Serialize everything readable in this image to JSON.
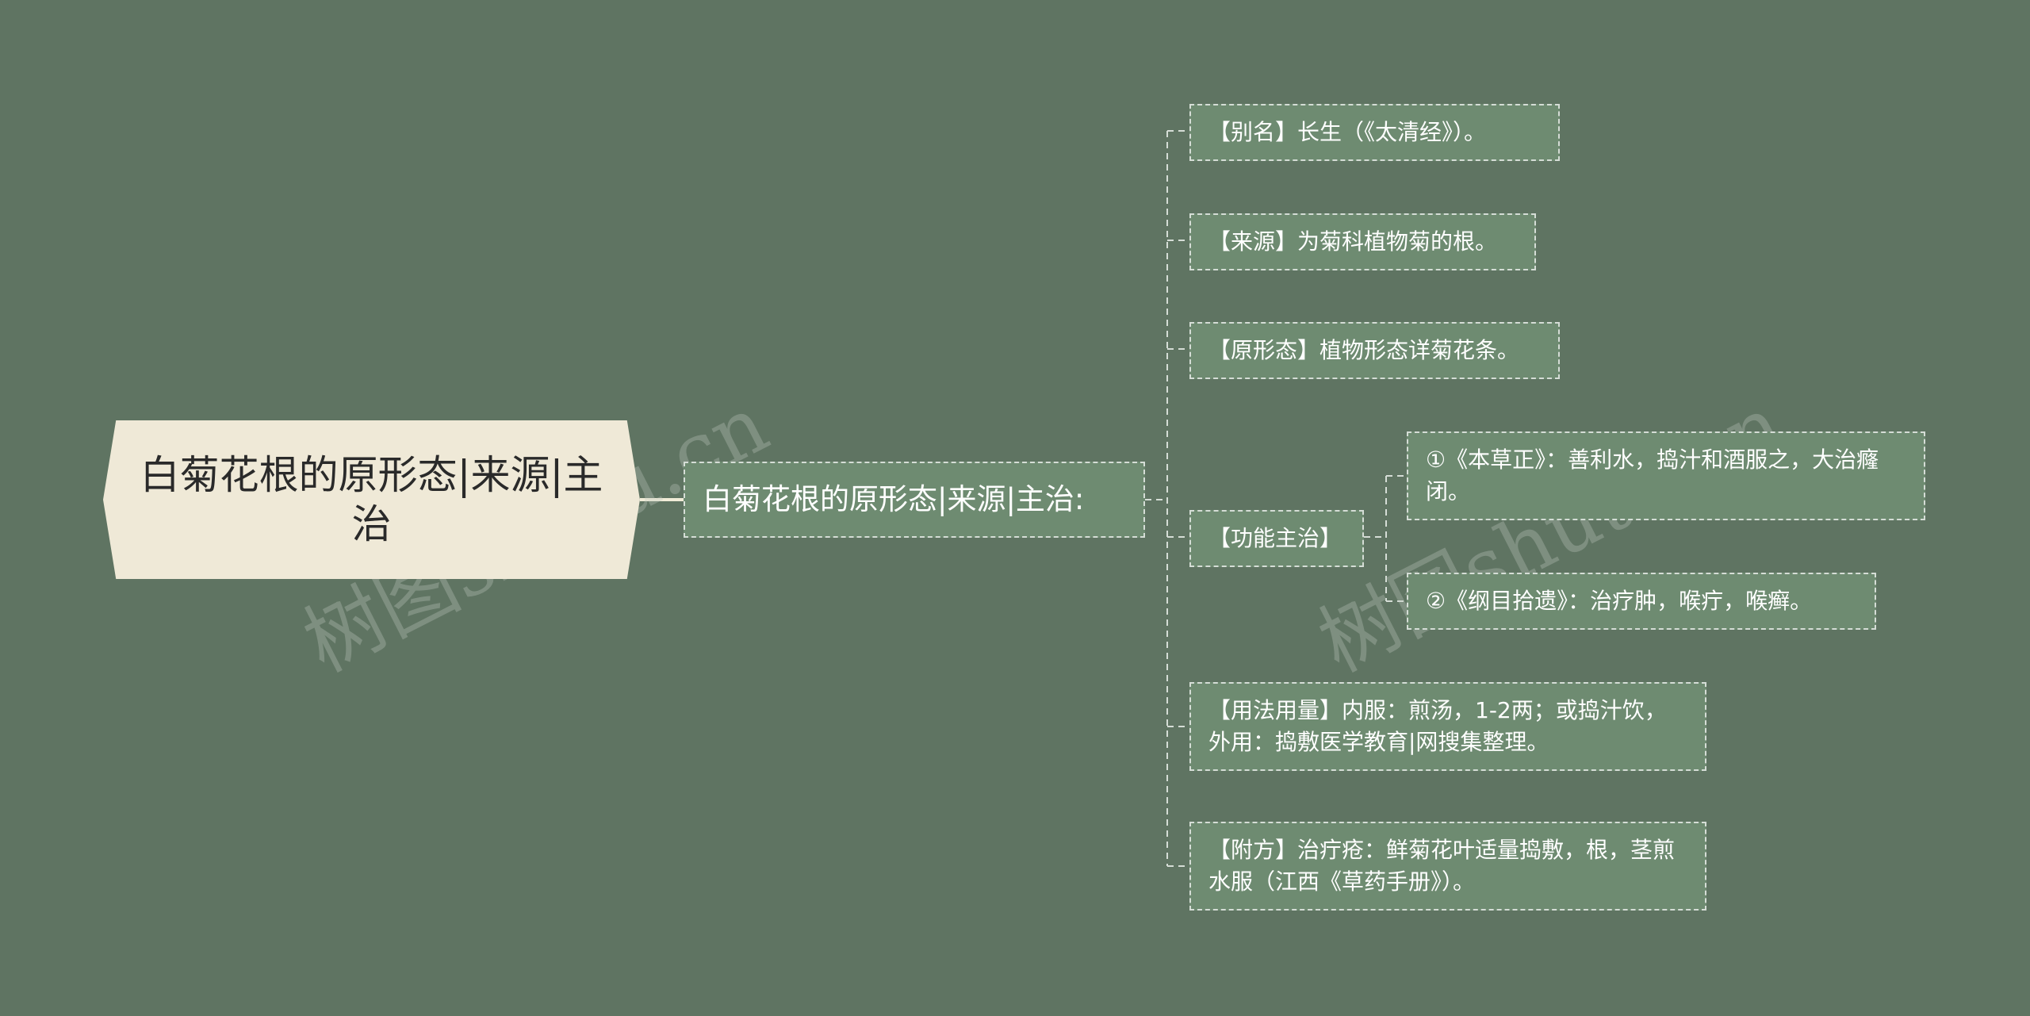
{
  "watermark": "树图shutu.cn",
  "root": {
    "label": "白菊花根的原形态|来源|主治"
  },
  "center": {
    "label": "白菊花根的原形态|来源|主治:"
  },
  "branches": [
    {
      "label": "【别名】长生（《太清经》）。"
    },
    {
      "label": "【来源】为菊科植物菊的根。"
    },
    {
      "label": "【原形态】植物形态详菊花条。"
    },
    {
      "label": "【功能主治】",
      "children": [
        {
          "label": "①《本草正》：善利水，捣汁和酒服之，大治癃闭。"
        },
        {
          "label": "②《纲目拾遗》：治疗肿，喉疔，喉癣。"
        }
      ]
    },
    {
      "label": "【用法用量】内服：煎汤，1-2两；或捣汁饮，外用：捣敷医学教育|网搜集整理。"
    },
    {
      "label": "【附方】治疔疮：鲜菊花叶适量捣敷，根，茎煎水服（江西《草药手册》）。"
    }
  ]
}
